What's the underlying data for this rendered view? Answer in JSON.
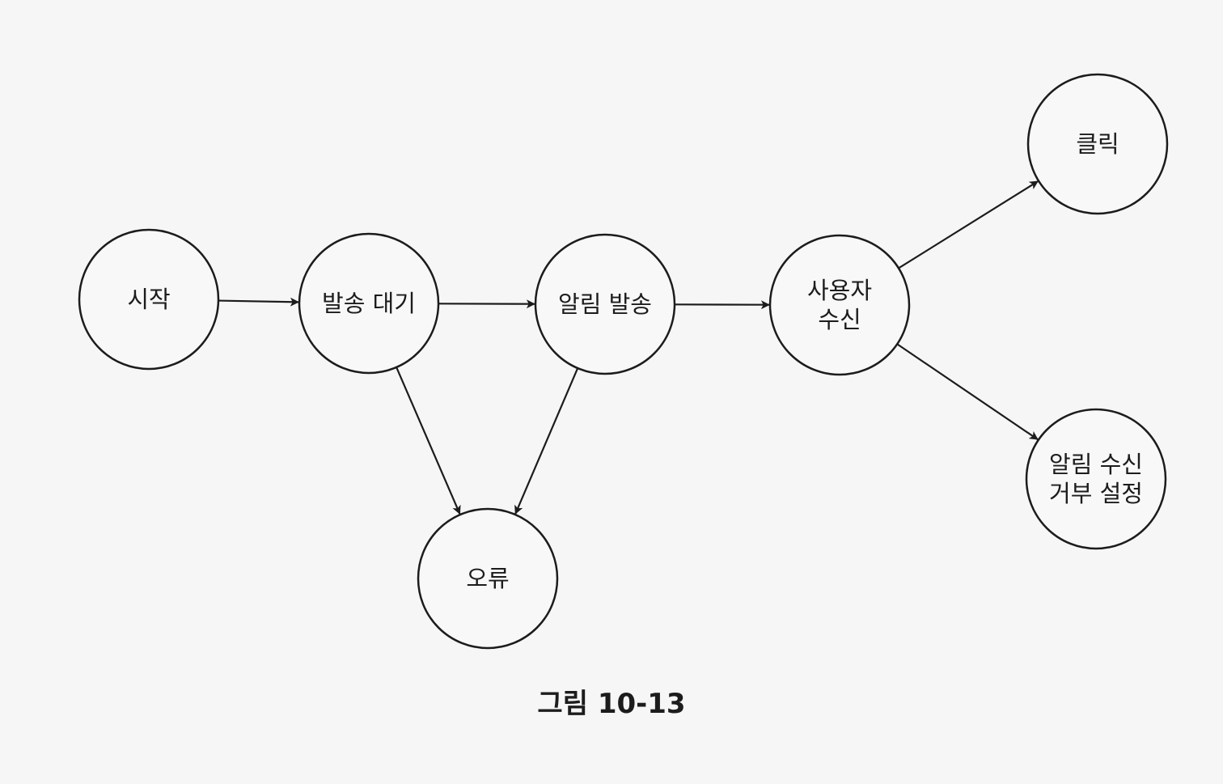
{
  "diagram": {
    "nodes": [
      {
        "id": "start",
        "lines": [
          "시작"
        ]
      },
      {
        "id": "pending",
        "lines": [
          "발송 대기"
        ]
      },
      {
        "id": "sent",
        "lines": [
          "알림 발송"
        ]
      },
      {
        "id": "received",
        "lines": [
          "사용자",
          "수신"
        ]
      },
      {
        "id": "click",
        "lines": [
          "클릭"
        ]
      },
      {
        "id": "optout",
        "lines": [
          "알림 수신",
          "거부 설정"
        ]
      },
      {
        "id": "error",
        "lines": [
          "오류"
        ]
      }
    ],
    "edges": [
      {
        "from": "start",
        "to": "pending"
      },
      {
        "from": "pending",
        "to": "sent"
      },
      {
        "from": "sent",
        "to": "received"
      },
      {
        "from": "received",
        "to": "click"
      },
      {
        "from": "received",
        "to": "optout"
      },
      {
        "from": "pending",
        "to": "error"
      },
      {
        "from": "sent",
        "to": "error"
      }
    ]
  },
  "caption": "그림 10-13"
}
